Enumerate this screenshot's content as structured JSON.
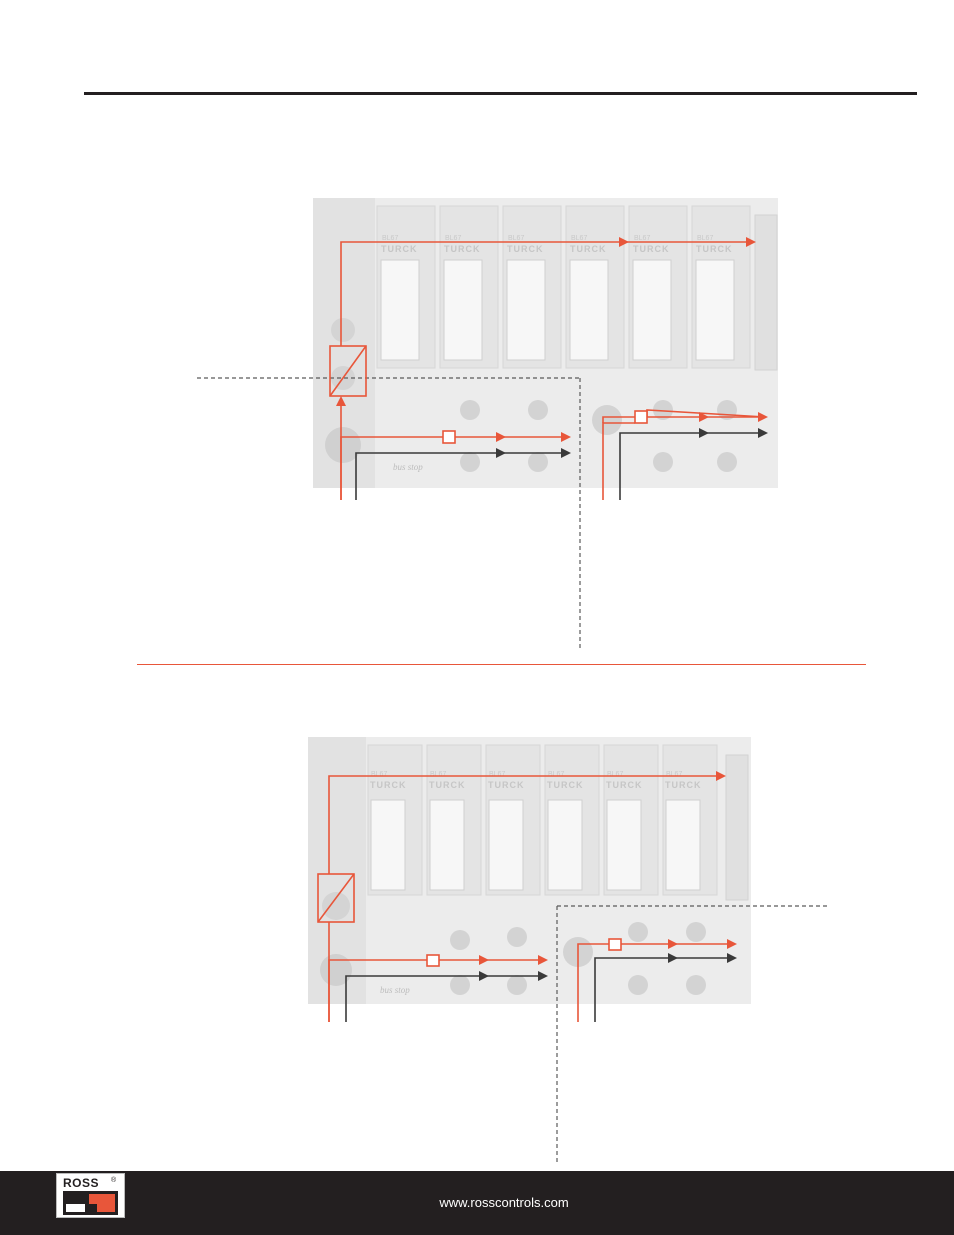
{
  "diagrams": [
    {
      "modules": [
        {
          "label": "BL67",
          "brand": "TURCK"
        },
        {
          "label": "BL67",
          "brand": "TURCK"
        },
        {
          "label": "BL67",
          "brand": "TURCK"
        },
        {
          "label": "BL67",
          "brand": "TURCK"
        },
        {
          "label": "BL67",
          "brand": "TURCK"
        },
        {
          "label": "BL67",
          "brand": "TURCK"
        }
      ],
      "base_logo": "bus stop"
    },
    {
      "modules": [
        {
          "label": "BL67",
          "brand": "TURCK"
        },
        {
          "label": "BL67",
          "brand": "TURCK"
        },
        {
          "label": "BL67",
          "brand": "TURCK"
        },
        {
          "label": "BL67",
          "brand": "TURCK"
        },
        {
          "label": "BL67",
          "brand": "TURCK"
        },
        {
          "label": "BL67",
          "brand": "TURCK"
        }
      ],
      "base_logo": "bus stop"
    }
  ],
  "colors": {
    "power_line": "#e8563a",
    "signal_line": "#3a3a3a",
    "hardware": "#e6e6e6"
  },
  "footer": {
    "logo_text": "ROSS",
    "url": "www.rosscontrols.com"
  }
}
